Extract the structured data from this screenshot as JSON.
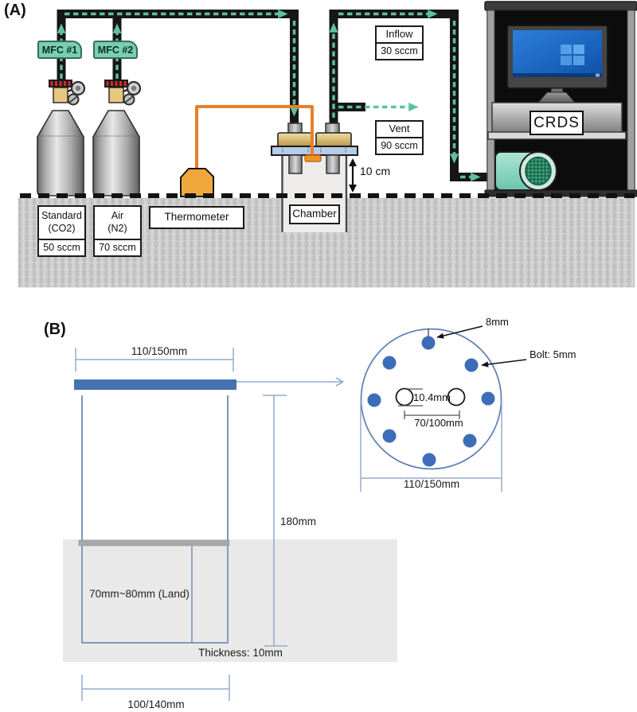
{
  "figure": {
    "panel_a_label": "(A)",
    "panel_b_label": "(B)"
  },
  "panel_a": {
    "mfc1_label": "MFC #1",
    "mfc2_label": "MFC #2",
    "inflow": {
      "title": "Inflow",
      "value": "30 sccm"
    },
    "vent": {
      "title": "Vent",
      "value": "90 sccm"
    },
    "crds_label": "CRDS",
    "standard_cylinder": {
      "name_line1": "Standard",
      "name_line2": "(CO2)",
      "flow": "50 sccm"
    },
    "air_cylinder": {
      "name_line1": "Air",
      "name_line2": "(N2)",
      "flow": "70 sccm"
    },
    "thermometer_label": "Thermometer",
    "chamber_label": "Chamber",
    "chamber_height_above_ground": "10 cm"
  },
  "panel_b": {
    "top_plate_width": "110/150mm",
    "chamber_height": "180mm",
    "buried_depth": "70mm~80mm (Land)",
    "thickness": "Thickness: 10mm",
    "bottom_width": "100/140mm",
    "top_view": {
      "hole_diameter": "8mm",
      "bolt": "Bolt: 5mm",
      "center_hole": "10.4mm",
      "port_spacing": "70/100mm",
      "plate_diameter": "110/150mm"
    }
  },
  "colors": {
    "flow_arrow_teal": "#5ec29e",
    "pipe_black": "#161616",
    "mfc_green": "#79cfb0",
    "thermometer_orange": "#f0a83c",
    "wire_orange": "#e8802a",
    "plate_light_blue": "#b5cbe8",
    "drawing_blue": "#5b7fb5",
    "top_plate_blue": "#4472ae",
    "bolt_dot_blue": "#3e6db8",
    "screen_blue": "#2174d8",
    "pump_teal": "#8ed6c2"
  }
}
